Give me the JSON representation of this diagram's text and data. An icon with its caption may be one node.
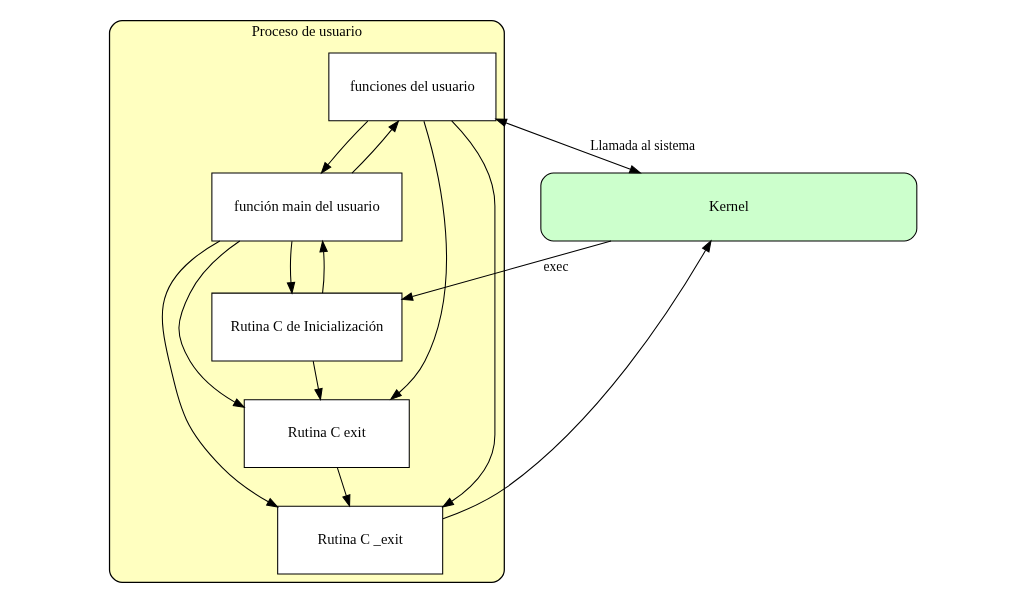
{
  "diagram": {
    "nodes": [
      {
        "text": [
          "Proceso de usuario"
        ]
      },
      {
        "text": [
          "funciones del usuario"
        ],
        "in": 0
      },
      {
        "text": [
          "función main del usuario"
        ],
        "in": 0
      },
      {
        "text": [
          "Rutina C de Inicialización"
        ],
        "in": 0
      },
      {
        "text": [
          "Rutina C exit"
        ],
        "in": 0
      },
      {
        "text": [
          "Rutina C _exit"
        ],
        "in": 0
      },
      {
        "text": [
          "Kernel"
        ]
      }
    ],
    "edges": [
      {
        "from": 1,
        "to": 2,
        "arrow": "to"
      },
      {
        "from": 2,
        "to": 1,
        "arrow": "to"
      },
      {
        "from": 2,
        "to": 3,
        "arrow": "to"
      },
      {
        "from": 3,
        "to": 2,
        "arrow": "to"
      },
      {
        "from": 3,
        "to": 4,
        "arrow": "to"
      },
      {
        "from": 4,
        "to": 5,
        "arrow": "to"
      },
      {
        "from": 1,
        "to": 4,
        "arrow": "to"
      },
      {
        "from": 1,
        "to": 5,
        "arrow": "to"
      },
      {
        "from": 2,
        "to": 4,
        "arrow": "to"
      },
      {
        "from": 2,
        "to": 5,
        "arrow": "to"
      },
      {
        "from": 5,
        "to": 6,
        "arrow": "to"
      },
      {
        "from": 6,
        "to": 3,
        "arrow": "to",
        "label": "exec"
      },
      {
        "from": 6,
        "to": 1,
        "arrow": "both",
        "label": "Llamada al sistema"
      }
    ]
  }
}
